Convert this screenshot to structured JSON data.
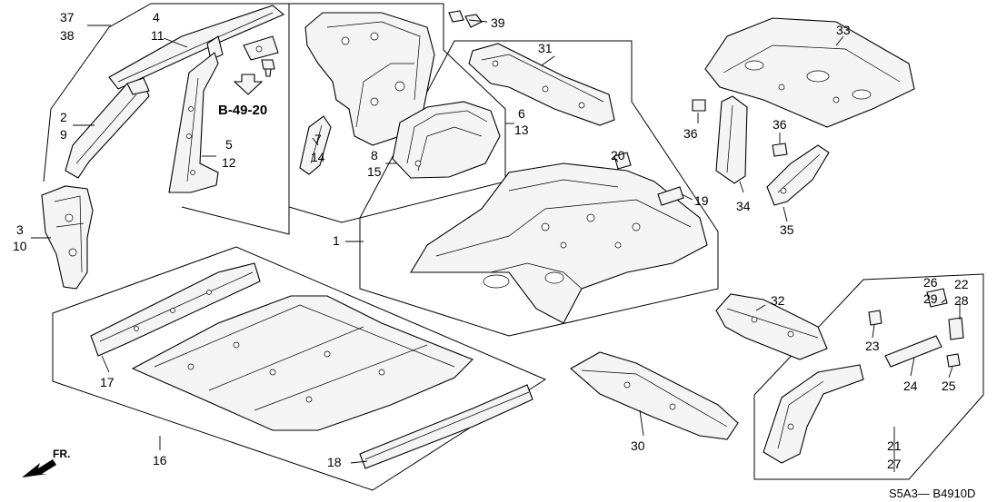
{
  "diagram": {
    "ref_note": "B-49-20",
    "front_indicator": "FR.",
    "drawing_code": "S5A3— B4910D",
    "callouts": {
      "c37": "37",
      "c38": "38",
      "c4": "4",
      "c11": "11",
      "c2": "2",
      "c9": "9",
      "c5": "5",
      "c12": "12",
      "c3": "3",
      "c10": "10",
      "c7": "7",
      "c14": "14",
      "c8": "8",
      "c15": "15",
      "c6": "6",
      "c13": "13",
      "c39": "39",
      "c31": "31",
      "c20": "20",
      "c19": "19",
      "c1": "1",
      "c33": "33",
      "c36a": "36",
      "c36b": "36",
      "c34": "34",
      "c35": "35",
      "c17": "17",
      "c16": "16",
      "c18": "18",
      "c30": "30",
      "c32": "32",
      "c26": "26",
      "c29": "29",
      "c22": "22",
      "c28": "28",
      "c23": "23",
      "c24": "24",
      "c25": "25",
      "c21": "21",
      "c27": "27"
    }
  }
}
